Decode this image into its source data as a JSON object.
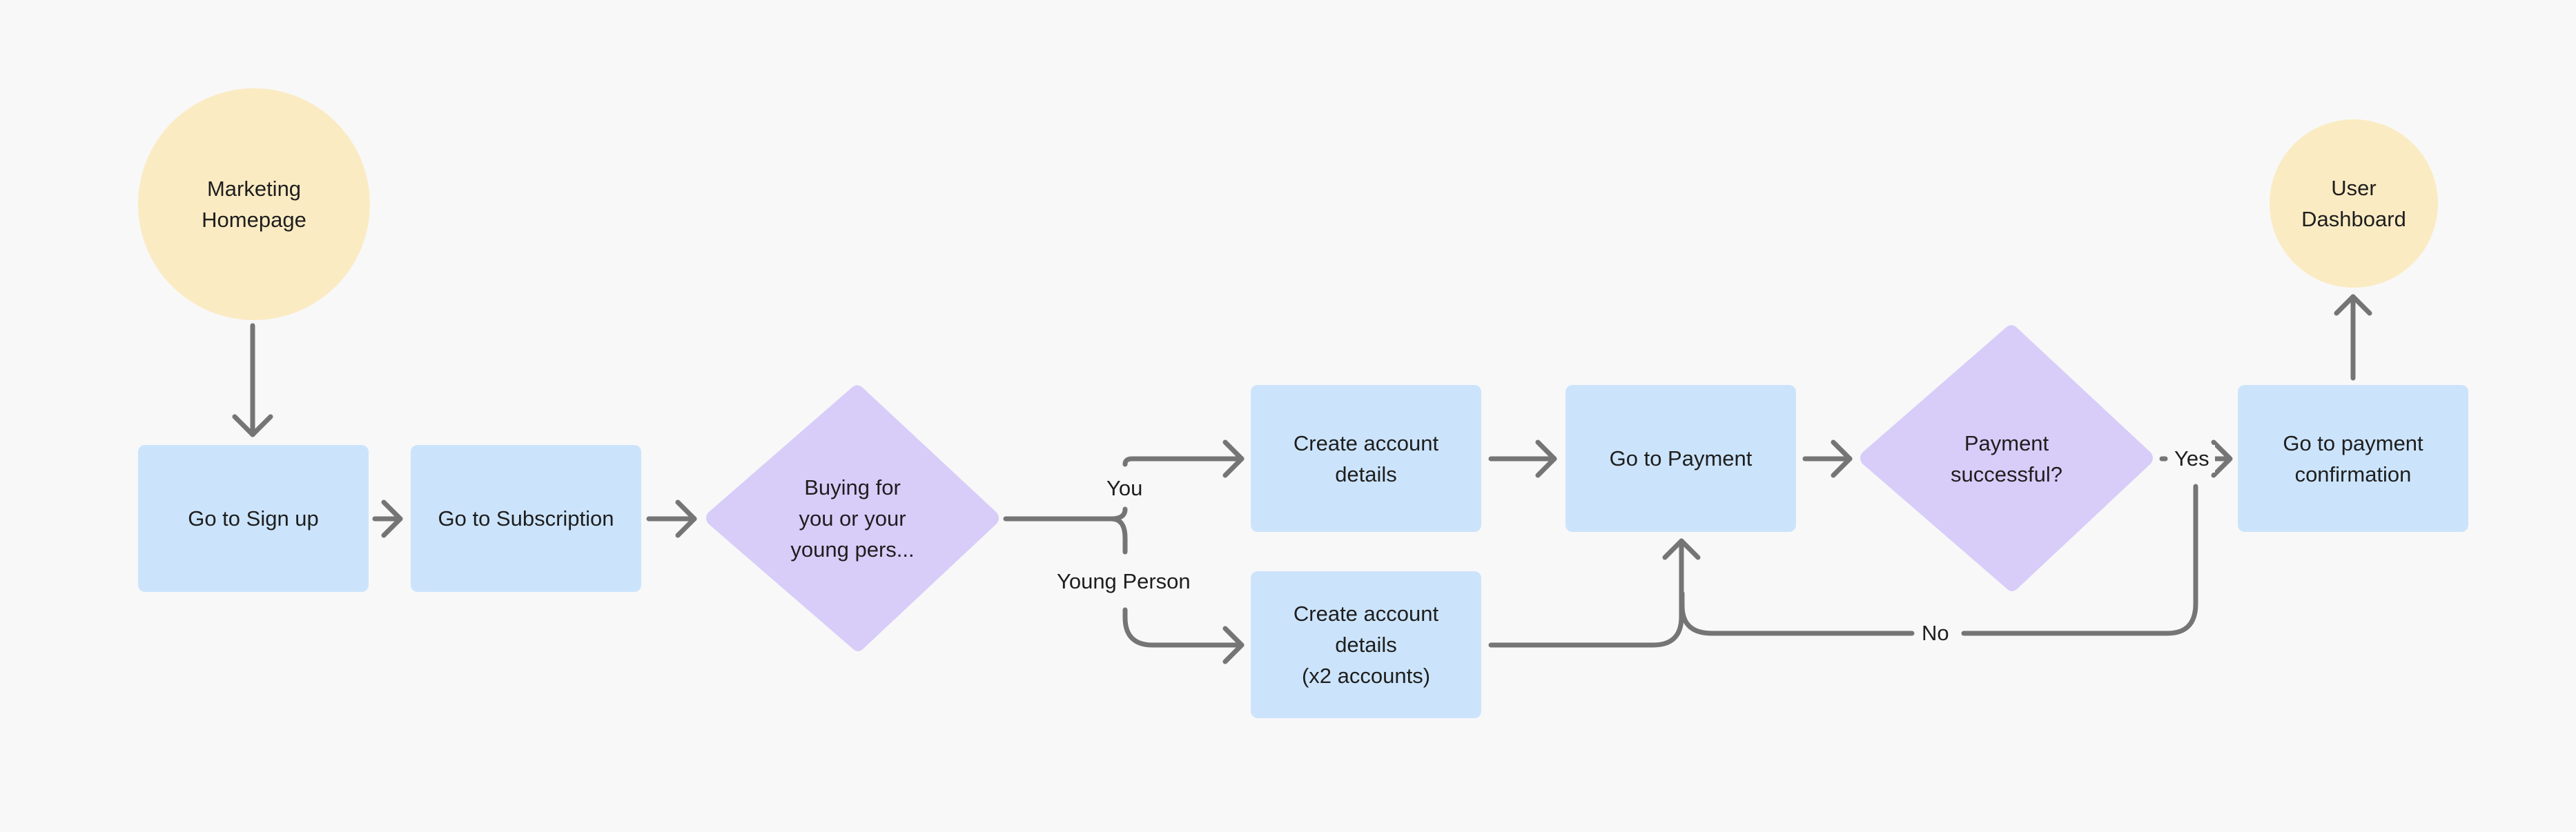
{
  "colors": {
    "background": "#f8f8f8",
    "terminal": "#fbebc3",
    "process": "#cce4fb",
    "decision": "#d8cdf9",
    "connector": "#757575"
  },
  "nodes": {
    "marketing_homepage": "Marketing\nHomepage",
    "go_to_sign_up": "Go to Sign up",
    "go_to_subscription": "Go to Subscription",
    "buying_for": "Buying for\nyou or your\nyoung pers...",
    "create_account_details": "Create account\ndetails",
    "create_account_details_x2": "Create account\ndetails\n(x2 accounts)",
    "go_to_payment": "Go to Payment",
    "payment_successful": "Payment\nsuccessful?",
    "go_to_payment_confirmation": "Go to payment\nconfirmation",
    "user_dashboard": "User\nDashboard"
  },
  "edge_labels": {
    "you": "You",
    "young_person": "Young Person",
    "yes": "Yes",
    "no": "No"
  }
}
